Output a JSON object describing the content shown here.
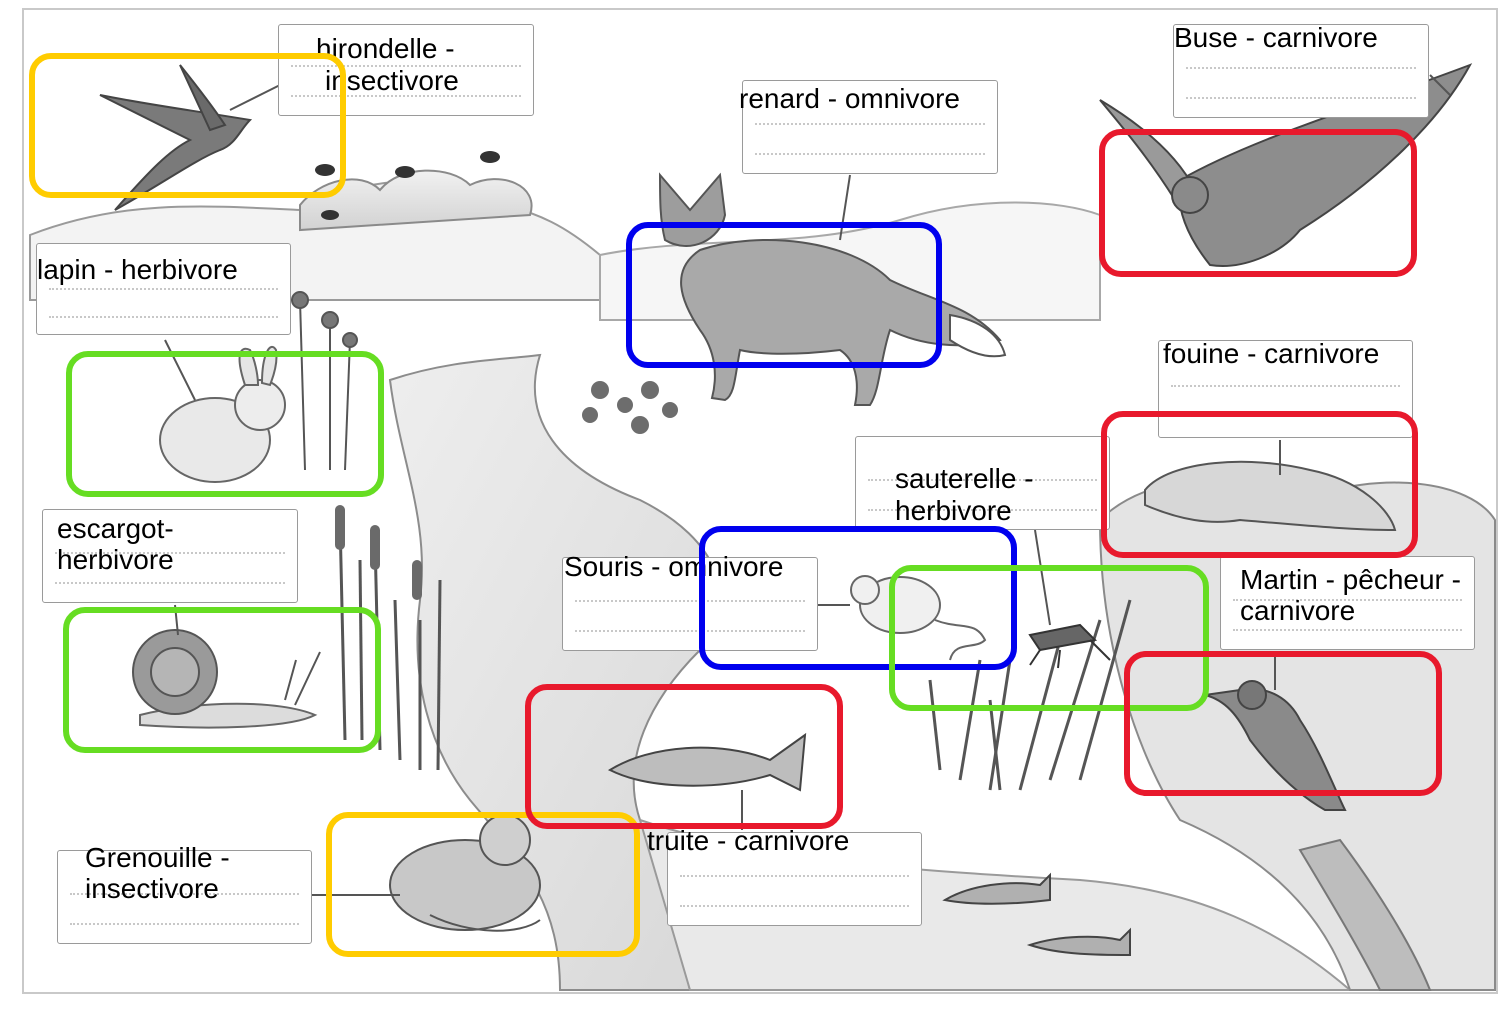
{
  "colors": {
    "insectivore": "#ffcc00",
    "herbivore": "#66dd22",
    "omnivore": "#0000ee",
    "carnivore": "#e8192c"
  },
  "labels": {
    "hirondelle": [
      "hirondelle -",
      "insectivore"
    ],
    "lapin": [
      "lapin - herbivore"
    ],
    "escargot": [
      "escargot-",
      "herbivore"
    ],
    "grenouille": [
      "Grenouille -",
      "insectivore"
    ],
    "renard": [
      "renard - omnivore"
    ],
    "buse": [
      "Buse - carnivore"
    ],
    "fouine": [
      "fouine - carnivore"
    ],
    "sauterelle": [
      "sauterelle -",
      "herbivore"
    ],
    "souris": [
      "Souris - omnivore"
    ],
    "martin": [
      "Martin - pêcheur -",
      "carnivore"
    ],
    "truite": [
      "truite  - carnivore"
    ]
  }
}
